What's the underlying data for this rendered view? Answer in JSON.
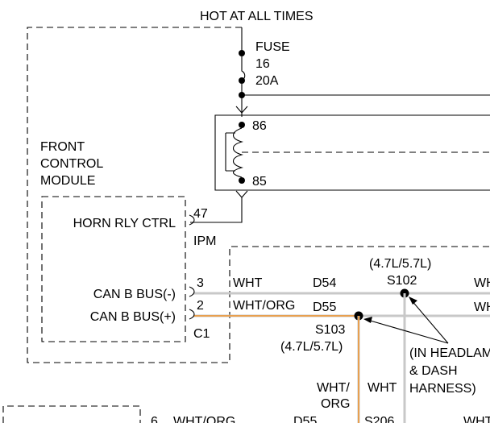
{
  "colors": {
    "line": "#000000",
    "wire_gray": "#c8c8c8",
    "wire_orange": "#e8a050",
    "background": "#ffffff"
  },
  "header": {
    "power_label": "HOT AT ALL TIMES"
  },
  "fuse": {
    "label": "FUSE",
    "number": "16",
    "rating": "20A"
  },
  "relay": {
    "pin_top": "86",
    "pin_bottom": "85"
  },
  "module": {
    "name_line1": "FRONT",
    "name_line2": "CONTROL",
    "name_line3": "MODULE",
    "ipm_label": "IPM",
    "connector_label": "C1",
    "pins": [
      {
        "label": "HORN RLY CTRL",
        "pin": "47"
      },
      {
        "label": "CAN B BUS(-)",
        "pin": "3"
      },
      {
        "label": "CAN B BUS(+)",
        "pin": "2"
      }
    ]
  },
  "wires": {
    "can_minus": {
      "color": "WHT",
      "circuit": "D54"
    },
    "can_plus": {
      "color": "WHT/ORG",
      "circuit": "D55"
    },
    "drop_left_line1": "WHT/",
    "drop_left_line2": "ORG",
    "drop_right": "WHT",
    "right_edge_top": "WH",
    "right_edge_mid": "WH",
    "bottom_row": {
      "pin": "6",
      "color": "WHT/ORG",
      "circuit": "D55",
      "splice": "S206",
      "color_right": "WHT"
    }
  },
  "splices": {
    "s102": {
      "label": "S102",
      "engine": "(4.7L/5.7L)"
    },
    "s103": {
      "label": "S103",
      "engine": "(4.7L/5.7L)"
    },
    "note_line1": "(IN HEADLAM",
    "note_line2": "& DASH",
    "note_line3": "HARNESS)"
  }
}
